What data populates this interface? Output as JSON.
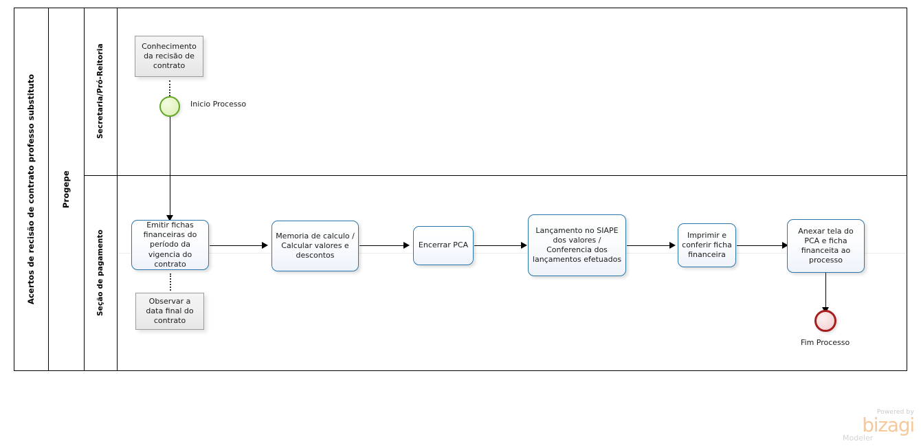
{
  "pool": {
    "title": "Acertos de recisão de contrato professo substituto",
    "subtitle": "Progepe",
    "lanes": [
      {
        "id": "lane-secretaria",
        "label": "Secretaria/Pró-Reitoria"
      },
      {
        "id": "lane-secao",
        "label": "Seção de pagamento"
      }
    ]
  },
  "events": {
    "start": {
      "label": "Inicio Processo",
      "color": "#62a426",
      "type": "start-event"
    },
    "end": {
      "label": "Fim Processo",
      "color": "#a71c1c",
      "type": "end-event"
    }
  },
  "annotations": [
    {
      "id": "annotation-conhecimento",
      "text": "Conhecimento da recisão de contrato"
    },
    {
      "id": "annotation-observar",
      "text": "Observar a data final do contrato"
    }
  ],
  "tasks": [
    {
      "id": "task-emitir-fichas",
      "text": "Emitir fichas financeiras do período da vigencia do contrato"
    },
    {
      "id": "task-memoria-calculo",
      "text": "Memoria de calculo / Calcular valores e descontos"
    },
    {
      "id": "task-encerrar-pca",
      "text": "Encerrar PCA"
    },
    {
      "id": "task-lancamento-siape",
      "text": "Lançamento no SIAPE dos valores / Conferencia dos lançamentos efetuados"
    },
    {
      "id": "task-imprimir-conferir",
      "text": "Imprimir e conferir ficha financeira"
    },
    {
      "id": "task-anexar-tela",
      "text": "Anexar tela do PCA e ficha financeita ao processo"
    }
  ],
  "brand": {
    "powered_by": "Powered by",
    "name": "bizagi",
    "product": "Modeler",
    "accent_color": "#f6c89a"
  },
  "colors": {
    "task_border": "#2a76a8",
    "frame_line": "#000000",
    "connector": "#000000"
  }
}
